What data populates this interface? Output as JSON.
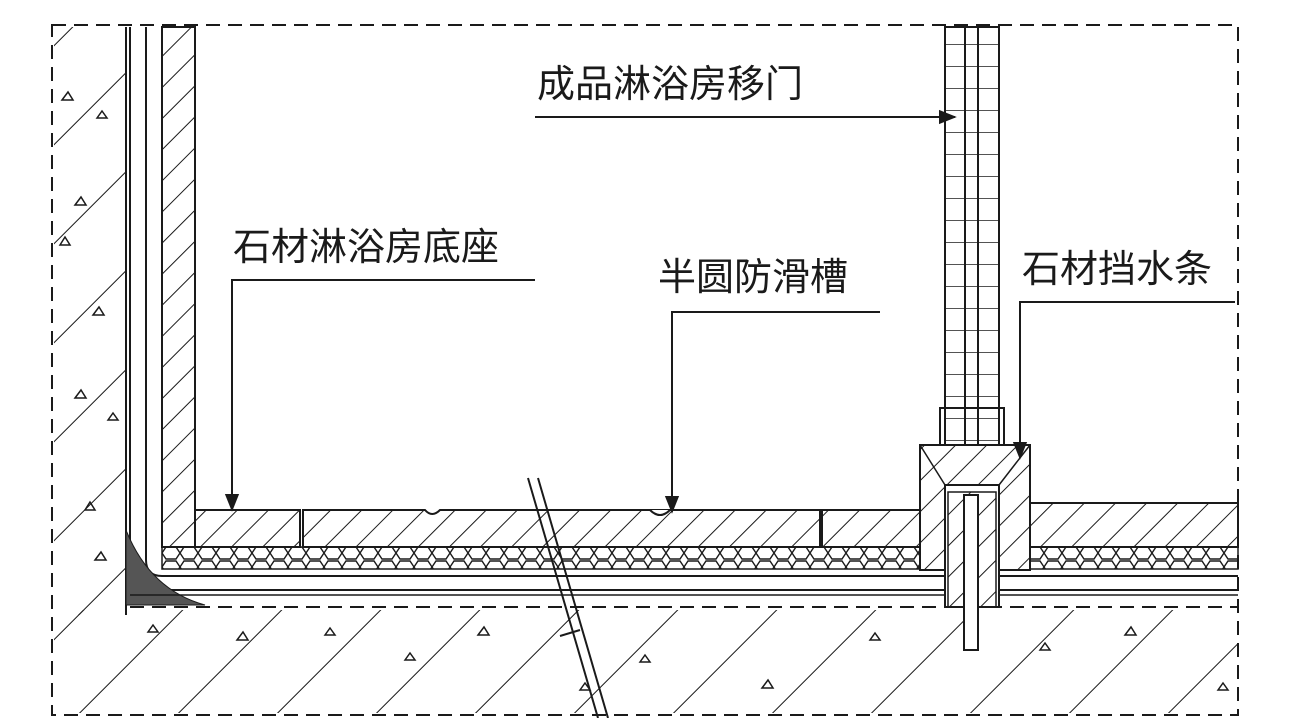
{
  "labels": {
    "sliding_door": "成品淋浴房移门",
    "stone_base": "石材淋浴房底座",
    "anti_slip_groove": "半圆防滑槽",
    "stone_water_bar": "石材挡水条"
  },
  "colors": {
    "line": "#1a1a1a",
    "background": "#ffffff",
    "sealant": "#555555"
  }
}
